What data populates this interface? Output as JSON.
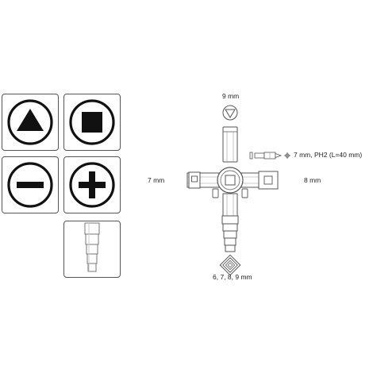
{
  "icons": {
    "tile_1": "triangle-icon",
    "tile_2": "square-icon",
    "tile_3": "minus-icon",
    "tile_4": "plus-icon",
    "tile_5": "step-drill-bit-icon"
  },
  "labels": {
    "top": "9 mm",
    "left": "7 mm",
    "right": "8 mm",
    "bit": "7 mm, PH2 (L=40 mm)",
    "bottom": "6, 7, 8, 9 mm"
  },
  "colors": {
    "stroke": "#555555",
    "dark": "#111111"
  }
}
